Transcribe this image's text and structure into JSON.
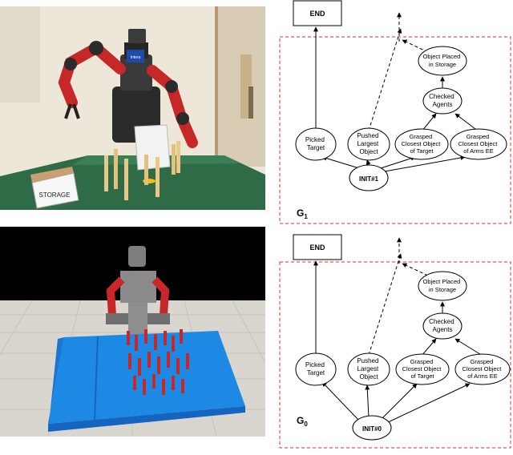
{
  "photos": {
    "real": {
      "storage_label": "STORAGE",
      "screen_label": "Intera"
    },
    "sim": {}
  },
  "graphs": [
    {
      "end": "END",
      "init": "INIT#1",
      "group_letter": "G",
      "group_sub": "1",
      "nodes": {
        "picked": [
          "Picked",
          "Target"
        ],
        "pushed": [
          "Pushed",
          "Largest",
          "Object"
        ],
        "grasped_target": [
          "Grasped",
          "Closest Object",
          "of Target"
        ],
        "grasped_arms": [
          "Grasped",
          "Closest Object",
          "of Arms EE"
        ],
        "checked": [
          "Checked",
          "Agents"
        ],
        "placed": [
          "Object Placed",
          "in Storage"
        ]
      }
    },
    {
      "end": "END",
      "init": "INIT#0",
      "group_letter": "G",
      "group_sub": "0",
      "nodes": {
        "picked": [
          "Picked",
          "Target"
        ],
        "pushed": [
          "Pushed",
          "Largest",
          "Object"
        ],
        "grasped_target": [
          "Grasped",
          "Closest Object",
          "of Target"
        ],
        "grasped_arms": [
          "Grasped",
          "Closest Object",
          "of Arms EE"
        ],
        "checked": [
          "Checked",
          "Agents"
        ],
        "placed": [
          "Object Placed",
          "in Storage"
        ]
      }
    }
  ],
  "colors": {
    "dashed_frame": "#e03030",
    "arrows": "#000000",
    "mat": "#1e88e5",
    "robot_red": "#c8282a"
  }
}
